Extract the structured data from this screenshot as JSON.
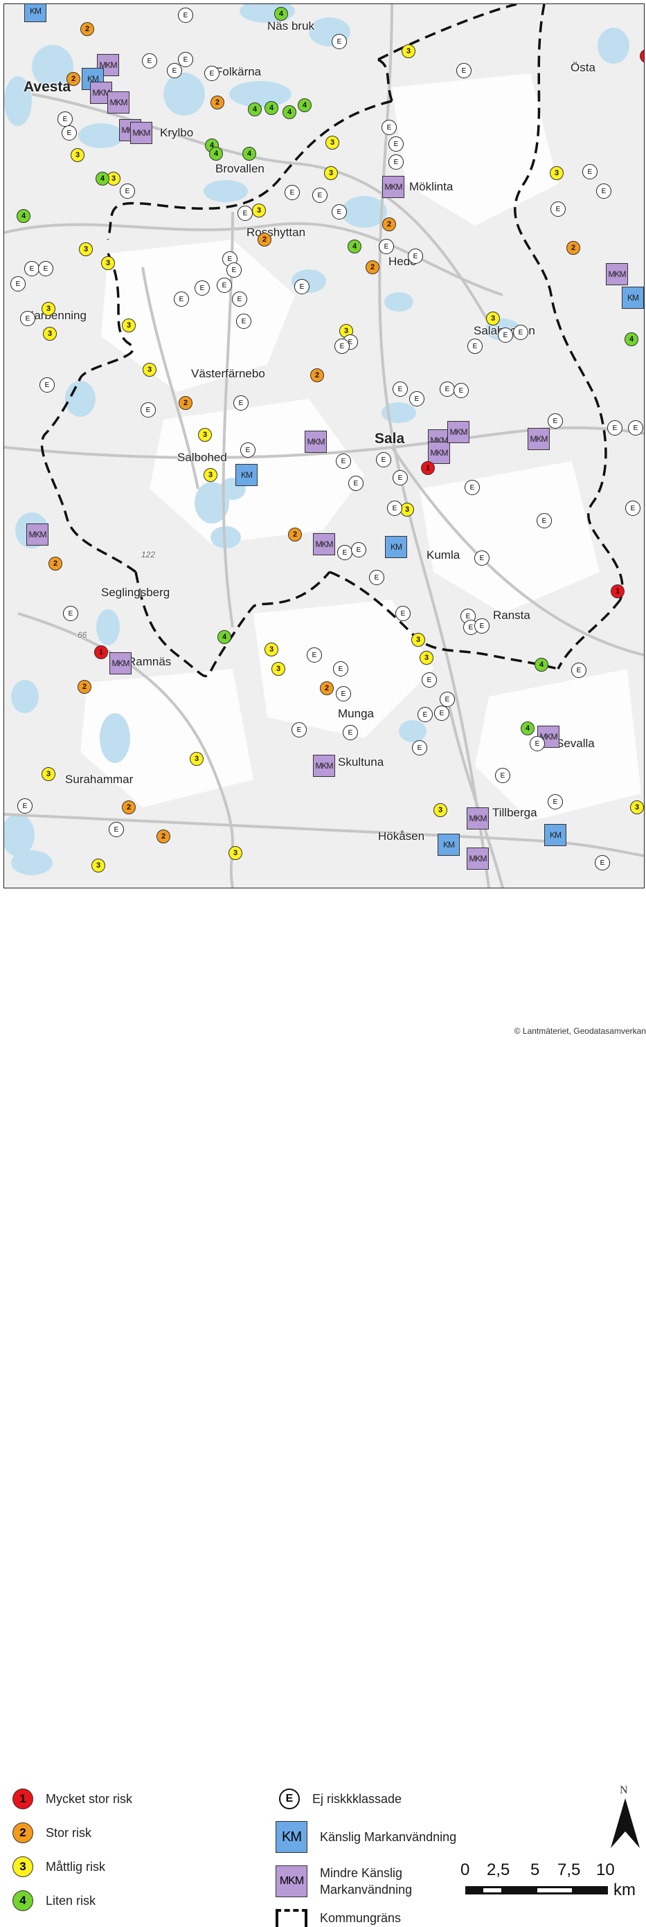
{
  "map": {
    "places": [
      {
        "name": "Näs bruk",
        "cls": ""
      },
      {
        "name": "Avesta",
        "cls": "big"
      },
      {
        "name": "Folkärna",
        "cls": ""
      },
      {
        "name": "Östa",
        "cls": ""
      },
      {
        "name": "Krylbo",
        "cls": ""
      },
      {
        "name": "Brovallen",
        "cls": ""
      },
      {
        "name": "Möklinta",
        "cls": ""
      },
      {
        "name": "Rosshyttan",
        "cls": ""
      },
      {
        "name": "Hede",
        "cls": ""
      },
      {
        "name": "Karbenning",
        "cls": ""
      },
      {
        "name": "Salabacken",
        "cls": ""
      },
      {
        "name": "Västerfärnebo",
        "cls": ""
      },
      {
        "name": "Sala",
        "cls": "big"
      },
      {
        "name": "Salbohed",
        "cls": ""
      },
      {
        "name": "122",
        "cls": "small"
      },
      {
        "name": "Kumla",
        "cls": ""
      },
      {
        "name": "Seglingsberg",
        "cls": ""
      },
      {
        "name": "Ransta",
        "cls": ""
      },
      {
        "name": "66",
        "cls": "small"
      },
      {
        "name": "Ramnäs",
        "cls": ""
      },
      {
        "name": "Munga",
        "cls": ""
      },
      {
        "name": "Sevalla",
        "cls": ""
      },
      {
        "name": "Skultuna",
        "cls": ""
      },
      {
        "name": "Surahammar",
        "cls": ""
      },
      {
        "name": "Tillberga",
        "cls": ""
      },
      {
        "name": "Hökåsen",
        "cls": ""
      }
    ],
    "markers": [
      {
        "t": "KM",
        "label": "KM"
      },
      {
        "t": "MKM",
        "label": "MKM"
      },
      {
        "t": "KM",
        "label": "KM"
      },
      {
        "t": "MKM",
        "label": "MKM"
      },
      {
        "t": "MKM",
        "label": "MKM"
      },
      {
        "t": "MKM",
        "label": "MKM"
      },
      {
        "t": "MKM",
        "label": "MKM"
      },
      {
        "t": "MKM",
        "label": "MKM"
      },
      {
        "t": "KM",
        "label": "KM"
      },
      {
        "t": "MKM",
        "label": "MKM"
      },
      {
        "t": "MKM",
        "label": "MKM"
      },
      {
        "t": "MKM",
        "label": "MKM"
      },
      {
        "t": "KM",
        "label": "KM"
      },
      {
        "t": "MKM",
        "label": "MKM"
      },
      {
        "t": "MKM",
        "label": "MKM"
      },
      {
        "t": "MKM",
        "label": "MKM"
      },
      {
        "t": "MKM",
        "label": "MKM"
      },
      {
        "t": "KM",
        "label": "KM"
      },
      {
        "t": "MKM",
        "label": "MKM"
      },
      {
        "t": "MKM",
        "label": "MKM"
      },
      {
        "t": "MKM",
        "label": "MKM"
      },
      {
        "t": "MKM",
        "label": "MKM"
      },
      {
        "t": "KM",
        "label": "KM"
      },
      {
        "t": "KM",
        "label": "KM"
      },
      {
        "t": "MKM",
        "label": "MKM"
      },
      {
        "t": "MKM",
        "label": "MKM"
      },
      {
        "t": "1",
        "label": "1"
      },
      {
        "t": "1",
        "label": "1"
      },
      {
        "t": "1",
        "label": "1"
      },
      {
        "t": "1",
        "label": "1"
      },
      {
        "t": "2",
        "label": "2"
      },
      {
        "t": "2",
        "label": "2"
      },
      {
        "t": "2",
        "label": "2"
      },
      {
        "t": "2",
        "label": "2"
      },
      {
        "t": "2",
        "label": "2"
      },
      {
        "t": "2",
        "label": "2"
      },
      {
        "t": "2",
        "label": "2"
      },
      {
        "t": "2",
        "label": "2"
      },
      {
        "t": "2",
        "label": "2"
      },
      {
        "t": "2",
        "label": "2"
      },
      {
        "t": "2",
        "label": "2"
      },
      {
        "t": "2",
        "label": "2"
      },
      {
        "t": "2",
        "label": "2"
      },
      {
        "t": "2",
        "label": "2"
      },
      {
        "t": "2",
        "label": "2"
      },
      {
        "t": "3",
        "label": "3"
      },
      {
        "t": "3",
        "label": "3"
      },
      {
        "t": "3",
        "label": "3"
      },
      {
        "t": "3",
        "label": "3"
      },
      {
        "t": "3",
        "label": "3"
      },
      {
        "t": "3",
        "label": "3"
      },
      {
        "t": "3",
        "label": "3"
      },
      {
        "t": "3",
        "label": "3"
      },
      {
        "t": "3",
        "label": "3"
      },
      {
        "t": "3",
        "label": "3"
      },
      {
        "t": "3",
        "label": "3"
      },
      {
        "t": "3",
        "label": "3"
      },
      {
        "t": "3",
        "label": "3"
      },
      {
        "t": "3",
        "label": "3"
      },
      {
        "t": "3",
        "label": "3"
      },
      {
        "t": "3",
        "label": "3"
      },
      {
        "t": "3",
        "label": "3"
      },
      {
        "t": "3",
        "label": "3"
      },
      {
        "t": "3",
        "label": "3"
      },
      {
        "t": "3",
        "label": "3"
      },
      {
        "t": "3",
        "label": "3"
      },
      {
        "t": "3",
        "label": "3"
      },
      {
        "t": "3",
        "label": "3"
      },
      {
        "t": "3",
        "label": "3"
      },
      {
        "t": "3",
        "label": "3"
      },
      {
        "t": "3",
        "label": "3"
      },
      {
        "t": "3",
        "label": "3"
      },
      {
        "t": "3",
        "label": "3"
      },
      {
        "t": "4",
        "label": "4"
      },
      {
        "t": "4",
        "label": "4"
      },
      {
        "t": "4",
        "label": "4"
      },
      {
        "t": "4",
        "label": "4"
      },
      {
        "t": "4",
        "label": "4"
      },
      {
        "t": "4",
        "label": "4"
      },
      {
        "t": "4",
        "label": "4"
      },
      {
        "t": "4",
        "label": "4"
      },
      {
        "t": "4",
        "label": "4"
      },
      {
        "t": "4",
        "label": "4"
      },
      {
        "t": "4",
        "label": "4"
      },
      {
        "t": "4",
        "label": "4"
      },
      {
        "t": "4",
        "label": "4"
      },
      {
        "t": "4",
        "label": "4"
      },
      {
        "t": "4",
        "label": "4"
      },
      {
        "t": "E",
        "label": "E"
      },
      {
        "t": "E",
        "label": "E"
      },
      {
        "t": "E",
        "label": "E"
      },
      {
        "t": "E",
        "label": "E"
      },
      {
        "t": "E",
        "label": "E"
      },
      {
        "t": "E",
        "label": "E"
      },
      {
        "t": "E",
        "label": "E"
      },
      {
        "t": "E",
        "label": "E"
      },
      {
        "t": "E",
        "label": "E"
      },
      {
        "t": "E",
        "label": "E"
      },
      {
        "t": "E",
        "label": "E"
      },
      {
        "t": "E",
        "label": "E"
      },
      {
        "t": "E",
        "label": "E"
      },
      {
        "t": "E",
        "label": "E"
      },
      {
        "t": "E",
        "label": "E"
      },
      {
        "t": "E",
        "label": "E"
      },
      {
        "t": "E",
        "label": "E"
      },
      {
        "t": "E",
        "label": "E"
      },
      {
        "t": "E",
        "label": "E"
      },
      {
        "t": "E",
        "label": "E"
      },
      {
        "t": "E",
        "label": "E"
      },
      {
        "t": "E",
        "label": "E"
      },
      {
        "t": "E",
        "label": "E"
      },
      {
        "t": "E",
        "label": "E"
      },
      {
        "t": "E",
        "label": "E"
      },
      {
        "t": "E",
        "label": "E"
      },
      {
        "t": "E",
        "label": "E"
      },
      {
        "t": "E",
        "label": "E"
      },
      {
        "t": "E",
        "label": "E"
      },
      {
        "t": "E",
        "label": "E"
      },
      {
        "t": "E",
        "label": "E"
      },
      {
        "t": "E",
        "label": "E"
      },
      {
        "t": "E",
        "label": "E"
      },
      {
        "t": "E",
        "label": "E"
      },
      {
        "t": "E",
        "label": "E"
      },
      {
        "t": "E",
        "label": "E"
      },
      {
        "t": "E",
        "label": "E"
      },
      {
        "t": "E",
        "label": "E"
      },
      {
        "t": "E",
        "label": "E"
      },
      {
        "t": "E",
        "label": "E"
      },
      {
        "t": "E",
        "label": "E"
      },
      {
        "t": "E",
        "label": "E"
      },
      {
        "t": "E",
        "label": "E"
      },
      {
        "t": "E",
        "label": "E"
      },
      {
        "t": "E",
        "label": "E"
      },
      {
        "t": "E",
        "label": "E"
      },
      {
        "t": "E",
        "label": "E"
      },
      {
        "t": "E",
        "label": "E"
      },
      {
        "t": "E",
        "label": "E"
      },
      {
        "t": "E",
        "label": "E"
      },
      {
        "t": "E",
        "label": "E"
      },
      {
        "t": "E",
        "label": "E"
      },
      {
        "t": "E",
        "label": "E"
      },
      {
        "t": "E",
        "label": "E"
      },
      {
        "t": "E",
        "label": "E"
      },
      {
        "t": "E",
        "label": "E"
      },
      {
        "t": "E",
        "label": "E"
      },
      {
        "t": "E",
        "label": "E"
      },
      {
        "t": "E",
        "label": "E"
      },
      {
        "t": "E",
        "label": "E"
      },
      {
        "t": "E",
        "label": "E"
      },
      {
        "t": "E",
        "label": "E"
      },
      {
        "t": "E",
        "label": "E"
      },
      {
        "t": "E",
        "label": "E"
      },
      {
        "t": "E",
        "label": "E"
      },
      {
        "t": "E",
        "label": "E"
      },
      {
        "t": "E",
        "label": "E"
      },
      {
        "t": "E",
        "label": "E"
      },
      {
        "t": "E",
        "label": "E"
      },
      {
        "t": "E",
        "label": "E"
      },
      {
        "t": "E",
        "label": "E"
      },
      {
        "t": "E",
        "label": "E"
      },
      {
        "t": "E",
        "label": "E"
      },
      {
        "t": "E",
        "label": "E"
      },
      {
        "t": "E",
        "label": "E"
      },
      {
        "t": "E",
        "label": "E"
      },
      {
        "t": "E",
        "label": "E"
      },
      {
        "t": "E",
        "label": "E"
      },
      {
        "t": "E",
        "label": "E"
      },
      {
        "t": "E",
        "label": "E"
      },
      {
        "t": "E",
        "label": "E"
      },
      {
        "t": "E",
        "label": "E"
      },
      {
        "t": "E",
        "label": "E"
      },
      {
        "t": "E",
        "label": "E"
      }
    ]
  },
  "colors": {
    "risk1": "#e8141b",
    "risk2": "#f39a1c",
    "risk3": "#fff21c",
    "risk4": "#74d42e",
    "km": "#6aa9e6",
    "mkm": "#b89ad6",
    "water": "#bfdff0",
    "land": "#efefef",
    "forest_light": "#ffffff",
    "road": "#c6c6c6",
    "border": "#111111"
  },
  "legend": {
    "items": [
      {
        "key": "risk1",
        "symbol": "1",
        "label": "Mycket stor risk"
      },
      {
        "key": "risk2",
        "symbol": "2",
        "label": "Stor risk"
      },
      {
        "key": "risk3",
        "symbol": "3",
        "label": "Måttlig risk"
      },
      {
        "key": "risk4",
        "symbol": "4",
        "label": "Liten risk"
      },
      {
        "key": "e",
        "symbol": "E",
        "label": "Ej riskkklassade"
      },
      {
        "key": "km",
        "symbol": "KM",
        "label": "Känslig Markanvändning"
      },
      {
        "key": "mkm",
        "symbol": "MKM",
        "label": "Mindre Känslig Markanvändning"
      },
      {
        "key": "border",
        "symbol": "",
        "label": "Kommungräns"
      }
    ],
    "north_letter": "N",
    "scale": {
      "ticks": [
        "0",
        "2,5",
        "5",
        "7,5",
        "10"
      ],
      "unit": "km"
    },
    "copyright": "© Lantmäteriet, Geodatasamverkan"
  }
}
